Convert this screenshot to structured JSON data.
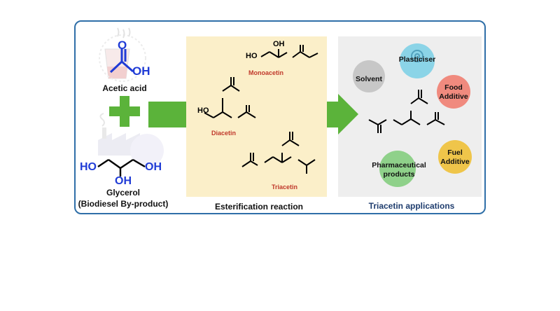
{
  "reactants": {
    "acetic_acid": {
      "label": "Acetic acid",
      "atom_o": "O",
      "atom_oh": "OH"
    },
    "glycerol": {
      "label": "Glycerol",
      "sublabel": "(Biodiesel By-product)",
      "oh": "HO",
      "oh2": "OH",
      "oh3": "OH"
    }
  },
  "reaction": {
    "title": "Esterification reaction",
    "monoacetin": {
      "label": "Monoacetin",
      "ho": "HO",
      "oh": "OH"
    },
    "diacetin": {
      "label": "Diacetin",
      "ho": "HO"
    },
    "triacetin": {
      "label": "Triacetin"
    }
  },
  "applications": {
    "title": "Triacetin applications",
    "items": [
      {
        "name": "Plasticiser",
        "color": "#7fd0e6"
      },
      {
        "name": "Solvent",
        "color": "#c7c7c7"
      },
      {
        "name_line1": "Food",
        "name_line2": "Additive",
        "color": "#f08a7e"
      },
      {
        "name_line1": "Fuel",
        "name_line2": "Additive",
        "color": "#efc54a"
      },
      {
        "name_line1": "Pharmaceutical",
        "name_line2": "products",
        "color": "#8fd18a"
      }
    ]
  },
  "colors": {
    "frame": "#2f6fa8",
    "reaction_panel": "#fbefc9",
    "applications_panel": "#eeeeee",
    "arrow": "#5bb33a",
    "plus": "#5bb33a",
    "blue_atoms": "#1f3bd6",
    "product_label": "#c0392b"
  }
}
